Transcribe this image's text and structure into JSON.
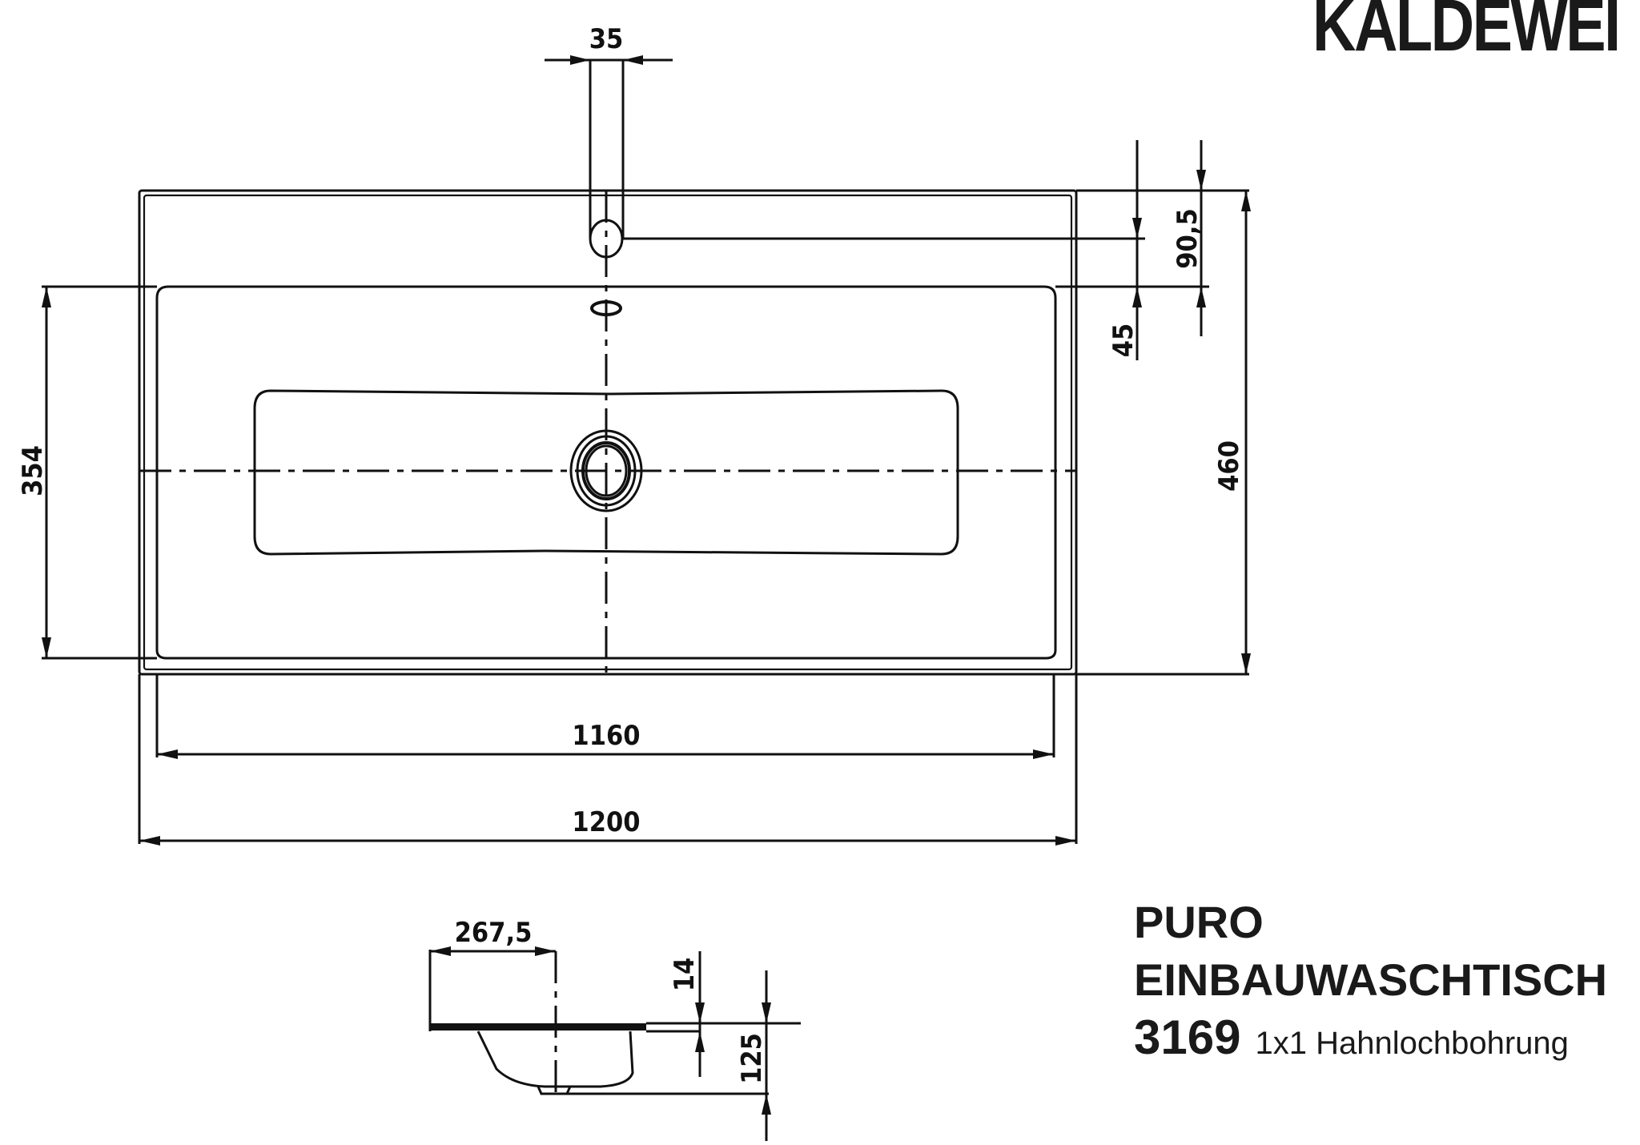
{
  "brand": {
    "logo_text": "KALDEWEI"
  },
  "product": {
    "line": "PURO",
    "type": "EINBAUWASCHTISCH",
    "model_number": "3169",
    "tap_hole": "1x1 Hahnlochbohrung"
  },
  "dimensions": {
    "tap_hole_width": "35",
    "tap_hole_offset": "90,5",
    "rim_to_bowl": "45",
    "overall_depth": "460",
    "bowl_depth": "354",
    "inner_width": "1160",
    "overall_width": "1200",
    "section_depth_offset": "267,5",
    "rim_thickness": "14",
    "overall_height": "125"
  },
  "colors": {
    "line": "#111111",
    "background": "#ffffff"
  }
}
